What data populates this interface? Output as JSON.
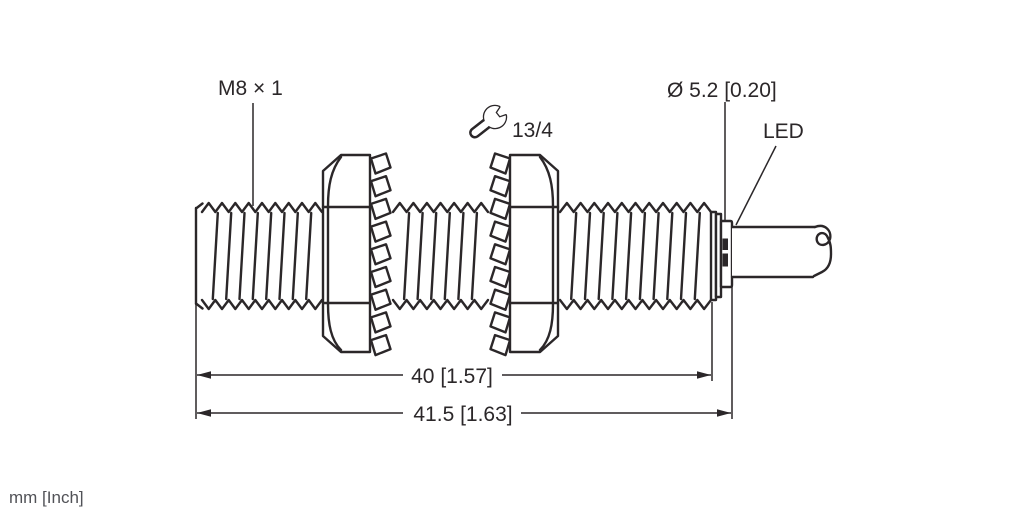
{
  "labels": {
    "thread_size": "M8 × 1",
    "wrench_size": "13/4",
    "cable_diameter": "Ø 5.2 [0.20]",
    "led": "LED"
  },
  "dimensions": {
    "body_length": "40 [1.57]",
    "overall_length": "41.5 [1.63]"
  },
  "units_note": "mm [Inch]",
  "colors": {
    "line": "#2b2729",
    "note_text": "#515257",
    "background": "#ffffff"
  },
  "icons": {
    "wrench": "wrench-icon",
    "cable_break": "cable-break-icon",
    "led_window": "led-window-icon"
  }
}
